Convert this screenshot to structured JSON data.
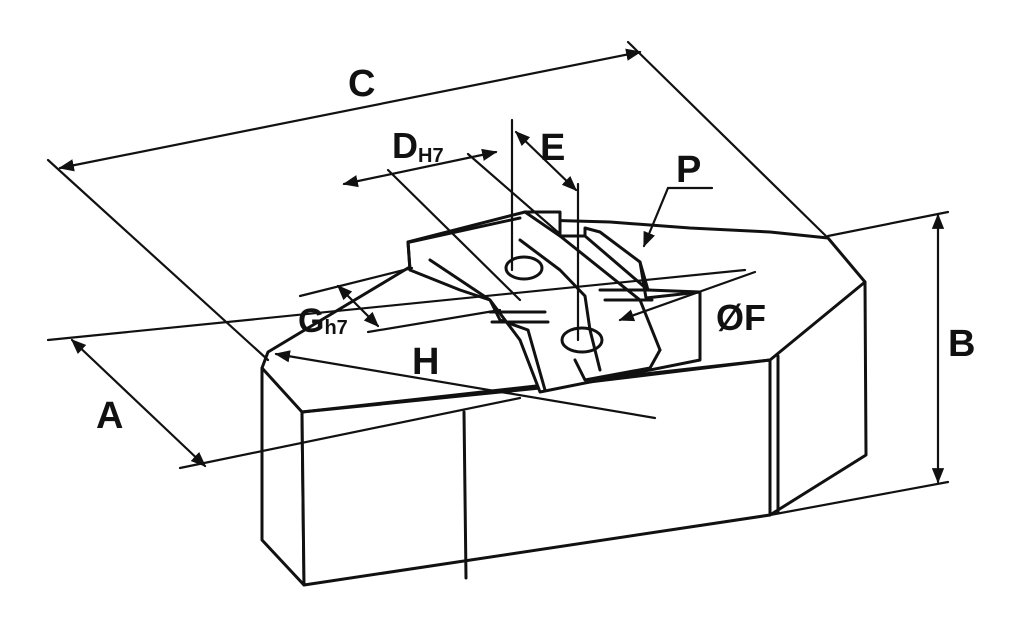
{
  "labels": {
    "A": "A",
    "B": "B",
    "C": "C",
    "D": "D",
    "D_sub": "H7",
    "E": "E",
    "P": "P",
    "F": "ØF",
    "G": "G",
    "G_sub": "h7",
    "H": "H"
  }
}
